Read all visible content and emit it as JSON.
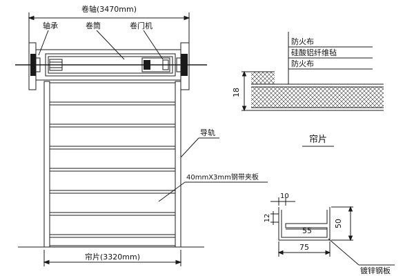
{
  "labels": {
    "shaft_dim": "卷轴(3470mm)",
    "bearing": "轴承",
    "drum": "卷筒",
    "motor": "卷门机",
    "guide_rail": "导轨",
    "steel_strip": "40mmX3mm钢带夹板",
    "curtain_dim": "帘片(3320mm)",
    "fire_cloth_top": "防火布",
    "silicate_felt": "硅酸铝纤维毡",
    "fire_cloth_bottom": "防火布",
    "thickness": "18",
    "curtain_detail": "帘片",
    "dim_10": "10",
    "dim_12": "12",
    "dim_55": "55",
    "dim_50": "50",
    "dim_75": "75",
    "galvanized": "镀锌钢板"
  },
  "colors": {
    "line": "#1a1a1a",
    "hatch": "#333333",
    "background": "#ffffff"
  }
}
